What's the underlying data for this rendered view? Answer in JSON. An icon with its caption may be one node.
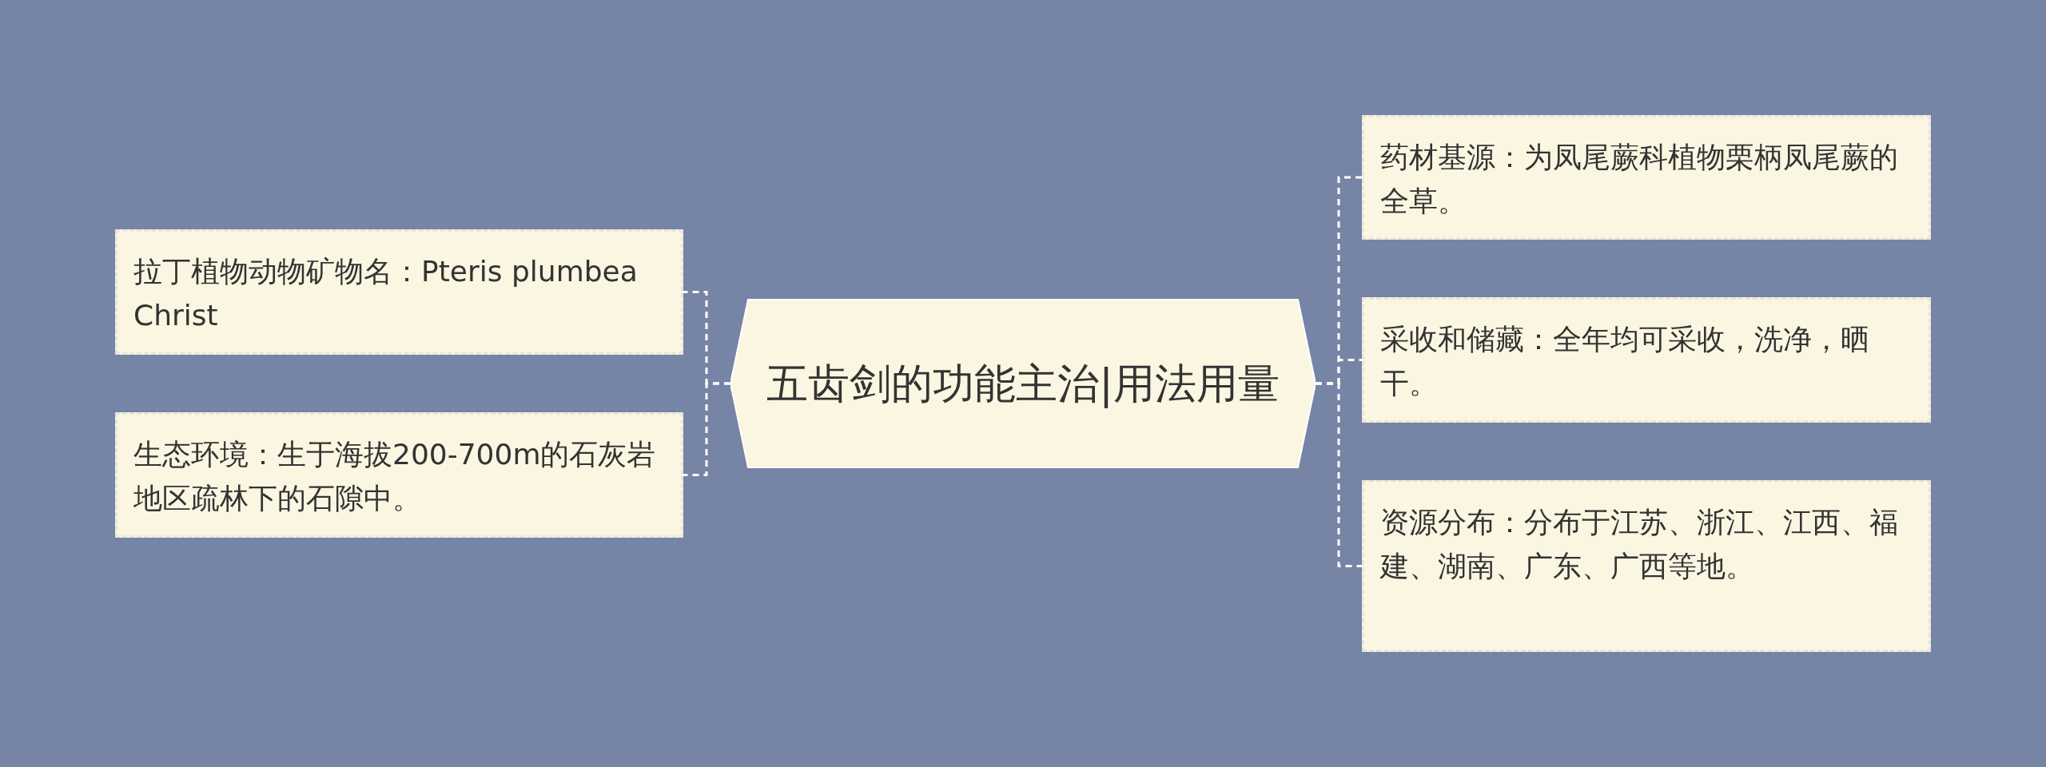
{
  "diagram": {
    "nodes": [
      {
        "text": [
          "五齿剑的功能主治|用法用量"
        ]
      },
      {
        "text": [
          "拉丁植物动物矿物名：Pteris plumbea Christ"
        ]
      },
      {
        "text": [
          "生态环境：生于海拔200-700m的石灰岩地区疏林下的石隙中。"
        ]
      },
      {
        "text": [
          "药材基源：为凤尾蕨科植物栗柄凤尾蕨的全草。"
        ]
      },
      {
        "text": [
          "采收和储藏：全年均可采收，洗净，晒干。"
        ]
      },
      {
        "text": [
          "资源分布：分布于江苏、浙江、江西、福建、湖南、广东、广西等地。"
        ]
      }
    ],
    "edges": [
      {
        "from": 0,
        "to": 1,
        "arrow": "none",
        "style": "dashed"
      },
      {
        "from": 0,
        "to": 2,
        "arrow": "none",
        "style": "dashed"
      },
      {
        "from": 0,
        "to": 3,
        "arrow": "none",
        "style": "dashed"
      },
      {
        "from": 0,
        "to": 4,
        "arrow": "none",
        "style": "dashed"
      },
      {
        "from": 0,
        "to": 5,
        "arrow": "none",
        "style": "dashed"
      }
    ]
  }
}
